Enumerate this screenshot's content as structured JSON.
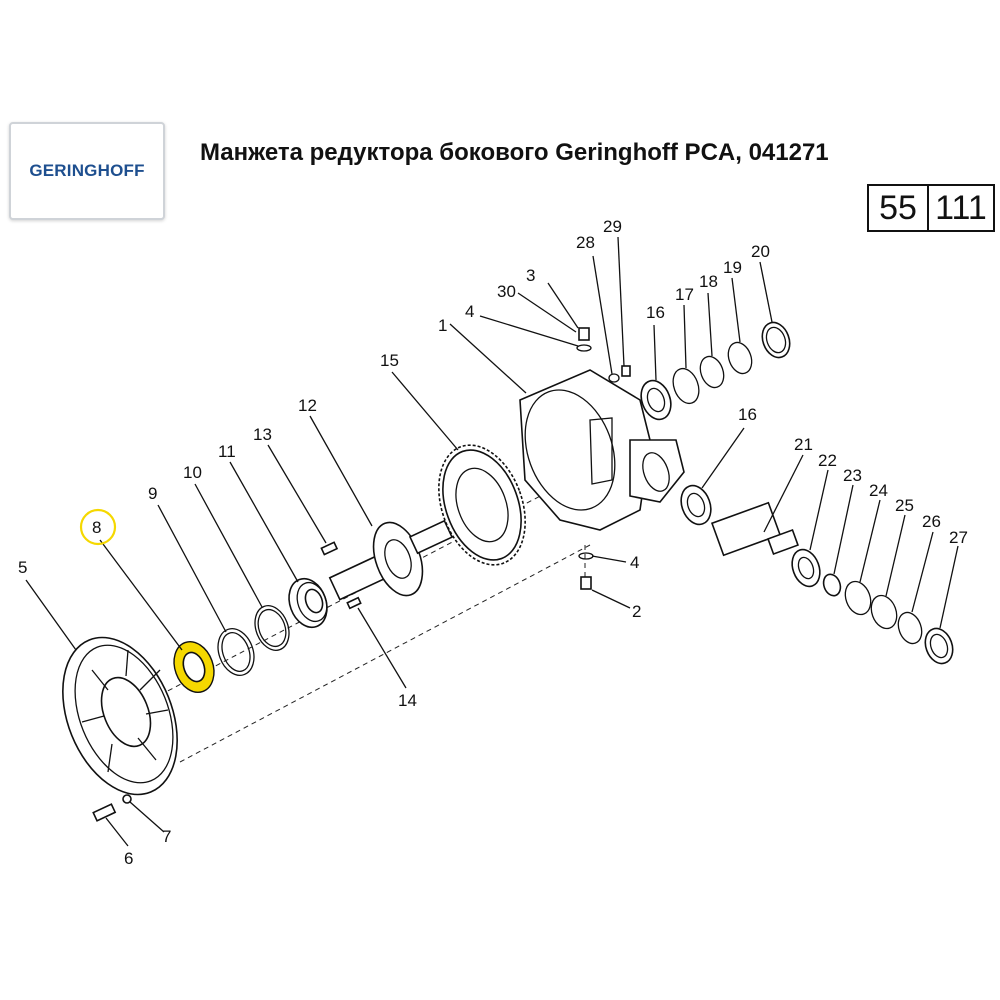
{
  "logo": {
    "text": "GERINGHOFF"
  },
  "title": "Манжета редуктора бокового Geringhoff PCA, 041271",
  "page": {
    "section": "55",
    "number": "111"
  },
  "highlight_color": "#f5d800",
  "highlighted_part": "8",
  "labels": {
    "p1": "1",
    "p2": "2",
    "p3": "3",
    "p4a": "4",
    "p4b": "4",
    "p5": "5",
    "p6": "6",
    "p7": "7",
    "p8": "8",
    "p9": "9",
    "p10": "10",
    "p11": "11",
    "p12": "12",
    "p13": "13",
    "p14": "14",
    "p15": "15",
    "p16a": "16",
    "p16b": "16",
    "p17": "17",
    "p18": "18",
    "p19": "19",
    "p20": "20",
    "p21": "21",
    "p22": "22",
    "p23": "23",
    "p24": "24",
    "p25": "25",
    "p26": "26",
    "p27": "27",
    "p28": "28",
    "p29": "29",
    "p30": "30"
  }
}
